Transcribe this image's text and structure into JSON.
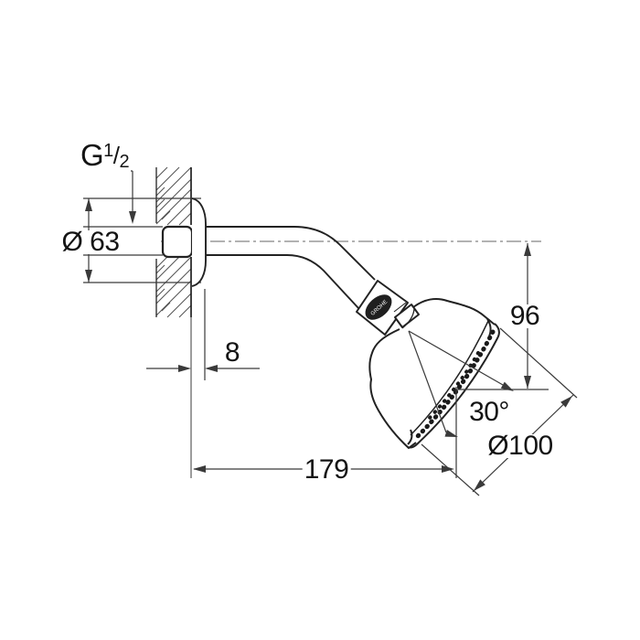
{
  "drawing": {
    "kind": "technical-dimension-drawing",
    "subject": "wall-mounted shower head with shower arm",
    "brand": "GROHE",
    "labels": {
      "thread_prefix": "G",
      "thread_numerator": "1",
      "thread_slash": "/",
      "thread_denominator": "2",
      "escutcheon_diameter": "Ø 63",
      "escutcheon_depth": "8",
      "drop_height": "96",
      "spray_angle": "30°",
      "head_diameter": "Ø100",
      "reach": "179"
    },
    "colors": {
      "object_line": "#222222",
      "dimension_line": "#3a3a3a",
      "hatch_line": "#555555",
      "centerline": "#666666",
      "text": "#141414",
      "background": "#ffffff"
    }
  }
}
